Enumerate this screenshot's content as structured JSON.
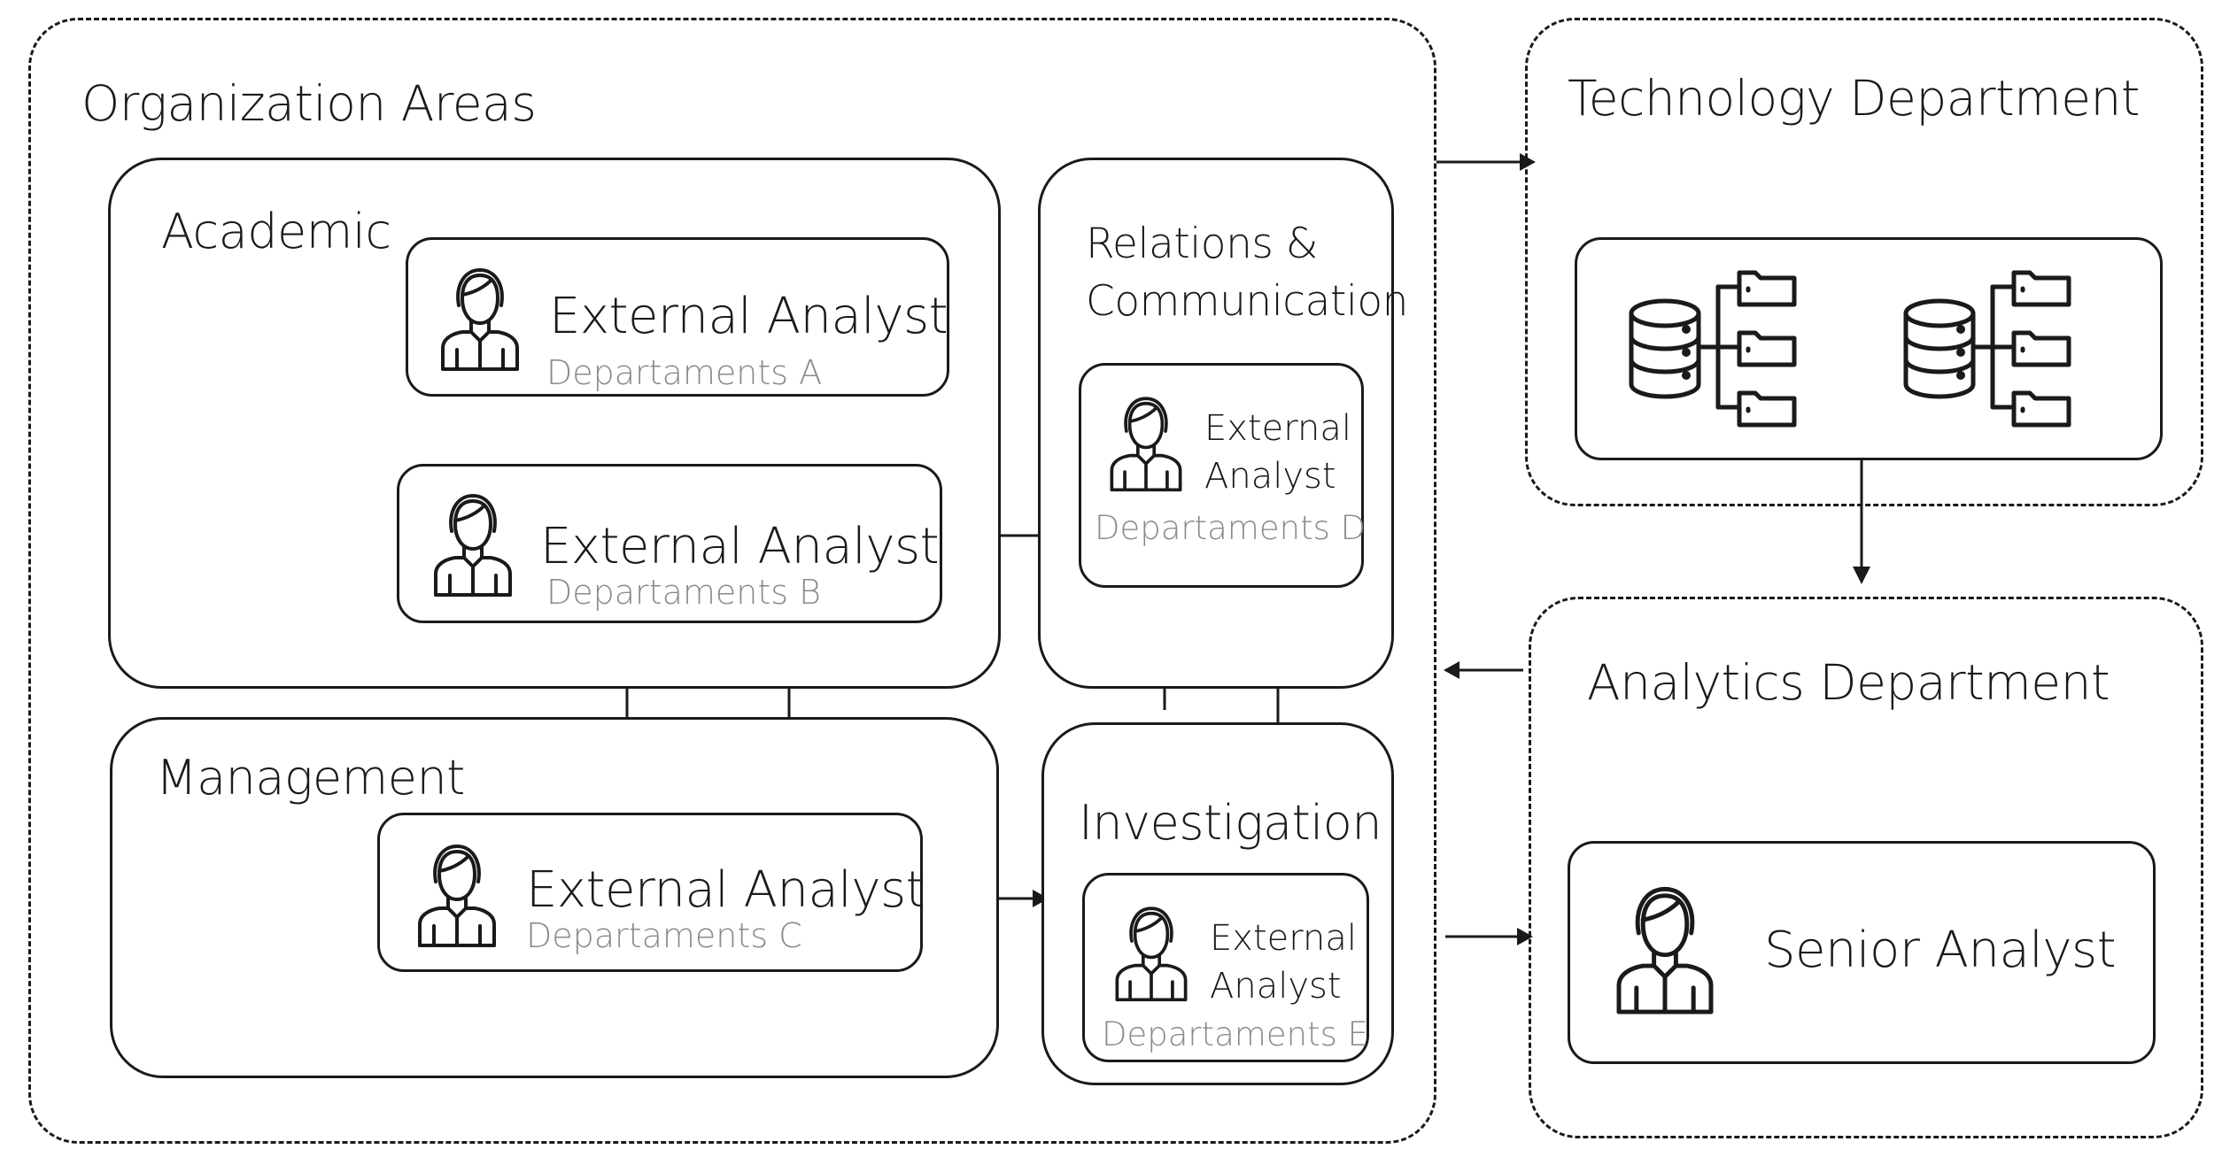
{
  "organization_areas": {
    "title": "Organization Areas",
    "academic": {
      "title": "Academic",
      "card_a": {
        "role": "External Analyst",
        "dept": "Departaments A"
      },
      "card_b": {
        "role": "External Analyst",
        "dept": "Departaments B"
      }
    },
    "relations": {
      "title_line1": "Relations &",
      "title_line2": "Communication",
      "card_d": {
        "role_line1": "External",
        "role_line2": "Analyst",
        "dept": "Departaments D"
      }
    },
    "management": {
      "title": "Management",
      "card_c": {
        "role": "External Analyst",
        "dept": "Departaments C"
      }
    },
    "investigation": {
      "title": "Investigation",
      "card_e": {
        "role_line1": "External",
        "role_line2": "Analyst",
        "dept": "Departaments E"
      }
    }
  },
  "technology_department": {
    "title": "Technology Department",
    "icons": [
      "database-folders-icon",
      "database-folders-icon"
    ]
  },
  "analytics_department": {
    "title": "Analytics Department",
    "card": {
      "role": "Senior Analyst"
    }
  },
  "colors": {
    "stroke": "#1a1a1a",
    "muted_text": "#8a8a8a",
    "background": "#ffffff"
  }
}
